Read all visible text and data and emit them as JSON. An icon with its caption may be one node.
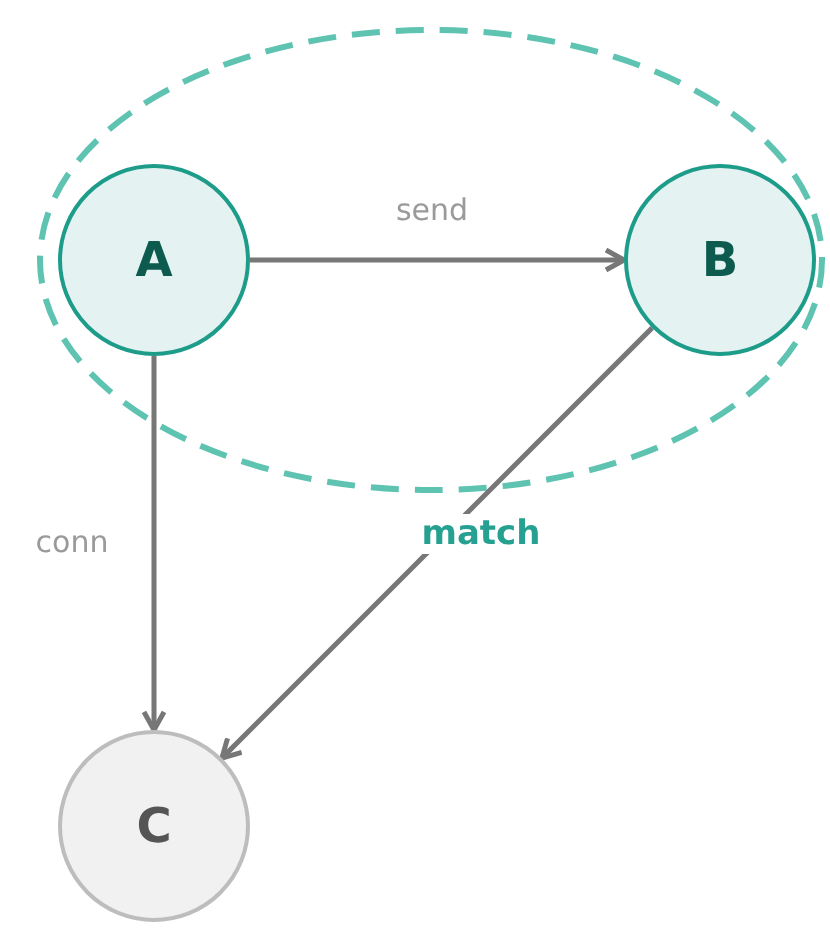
{
  "diagram": {
    "nodes": [
      {
        "text": [
          "match"
        ]
      },
      {
        "text": [
          "A"
        ],
        "in": 0
      },
      {
        "text": [
          "B"
        ],
        "in": 0
      },
      {
        "text": [
          "C"
        ]
      }
    ],
    "edges": [
      {
        "from": 1,
        "to": 2,
        "arrow": "to",
        "label": "send"
      },
      {
        "from": 1,
        "to": 3,
        "arrow": "to",
        "label": "conn"
      },
      {
        "from": 2,
        "to": 3,
        "arrow": "to"
      }
    ]
  }
}
